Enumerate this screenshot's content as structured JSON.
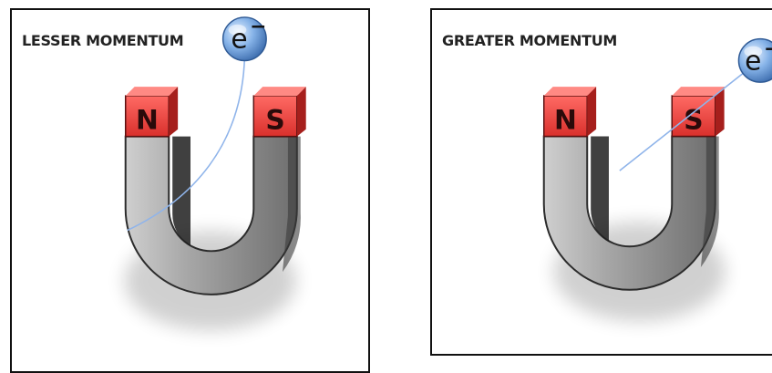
{
  "panels": [
    {
      "title": "LESSER MOMENTUM",
      "magnet": {
        "pole_left": "N",
        "pole_right": "S"
      },
      "particle": {
        "symbol": "e",
        "charge": "−"
      }
    },
    {
      "title": "GREATER MOMENTUM",
      "magnet": {
        "pole_left": "N",
        "pole_right": "S"
      },
      "particle": {
        "symbol": "e",
        "charge": "−"
      }
    }
  ],
  "colors": {
    "pole_red": "#e8403f",
    "magnet_grey": "#9a9a9a",
    "electron_blue": "#6a9fd8",
    "trajectory": "#8fb4ea"
  }
}
